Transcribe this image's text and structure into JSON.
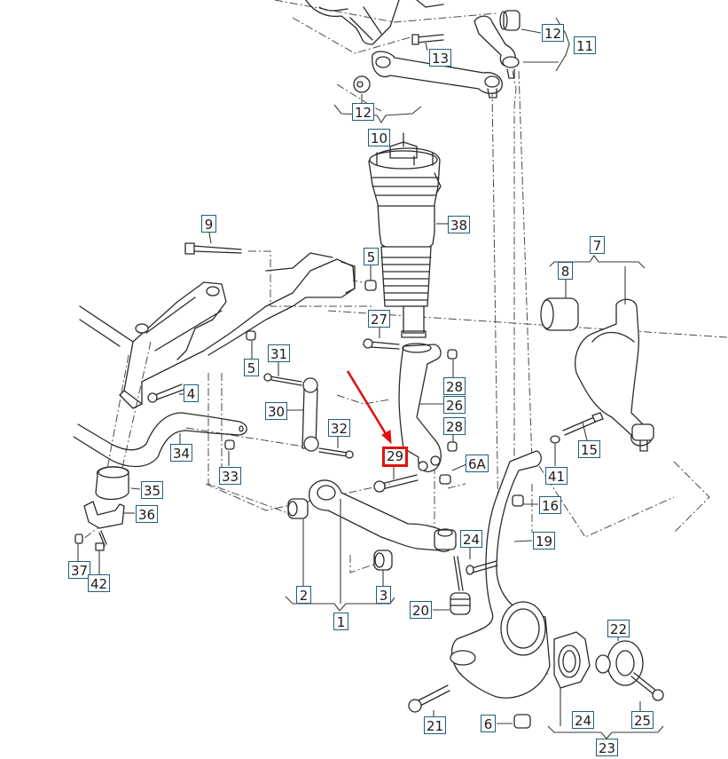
{
  "diagram": {
    "title": "Front axle suspension exploded parts diagram",
    "highlight_color": "#e01010",
    "callout_border_color": "#1f5f7a",
    "highlighted_part": "29",
    "callouts": [
      {
        "id": "c-12a",
        "label": "12"
      },
      {
        "id": "c-11",
        "label": "11"
      },
      {
        "id": "c-13",
        "label": "13"
      },
      {
        "id": "c-12b",
        "label": "12"
      },
      {
        "id": "c-10",
        "label": "10"
      },
      {
        "id": "c-38",
        "label": "38"
      },
      {
        "id": "c-9",
        "label": "9"
      },
      {
        "id": "c-5a",
        "label": "5"
      },
      {
        "id": "c-7",
        "label": "7"
      },
      {
        "id": "c-8",
        "label": "8"
      },
      {
        "id": "c-27",
        "label": "27"
      },
      {
        "id": "c-5b",
        "label": "5"
      },
      {
        "id": "c-31",
        "label": "31"
      },
      {
        "id": "c-28a",
        "label": "28"
      },
      {
        "id": "c-4",
        "label": "4"
      },
      {
        "id": "c-26",
        "label": "26"
      },
      {
        "id": "c-30",
        "label": "30"
      },
      {
        "id": "c-28b",
        "label": "28"
      },
      {
        "id": "c-32",
        "label": "32"
      },
      {
        "id": "c-34",
        "label": "34"
      },
      {
        "id": "c-29",
        "label": "29"
      },
      {
        "id": "c-6a",
        "label": "6A"
      },
      {
        "id": "c-15",
        "label": "15"
      },
      {
        "id": "c-33",
        "label": "33"
      },
      {
        "id": "c-41",
        "label": "41"
      },
      {
        "id": "c-35",
        "label": "35"
      },
      {
        "id": "c-16",
        "label": "16"
      },
      {
        "id": "c-36",
        "label": "36"
      },
      {
        "id": "c-24a",
        "label": "24"
      },
      {
        "id": "c-19",
        "label": "19"
      },
      {
        "id": "c-37",
        "label": "37"
      },
      {
        "id": "c-42",
        "label": "42"
      },
      {
        "id": "c-2",
        "label": "2"
      },
      {
        "id": "c-3",
        "label": "3"
      },
      {
        "id": "c-20",
        "label": "20"
      },
      {
        "id": "c-1",
        "label": "1"
      },
      {
        "id": "c-22",
        "label": "22"
      },
      {
        "id": "c-21",
        "label": "21"
      },
      {
        "id": "c-6",
        "label": "6"
      },
      {
        "id": "c-24b",
        "label": "24"
      },
      {
        "id": "c-25",
        "label": "25"
      },
      {
        "id": "c-23",
        "label": "23"
      }
    ]
  }
}
